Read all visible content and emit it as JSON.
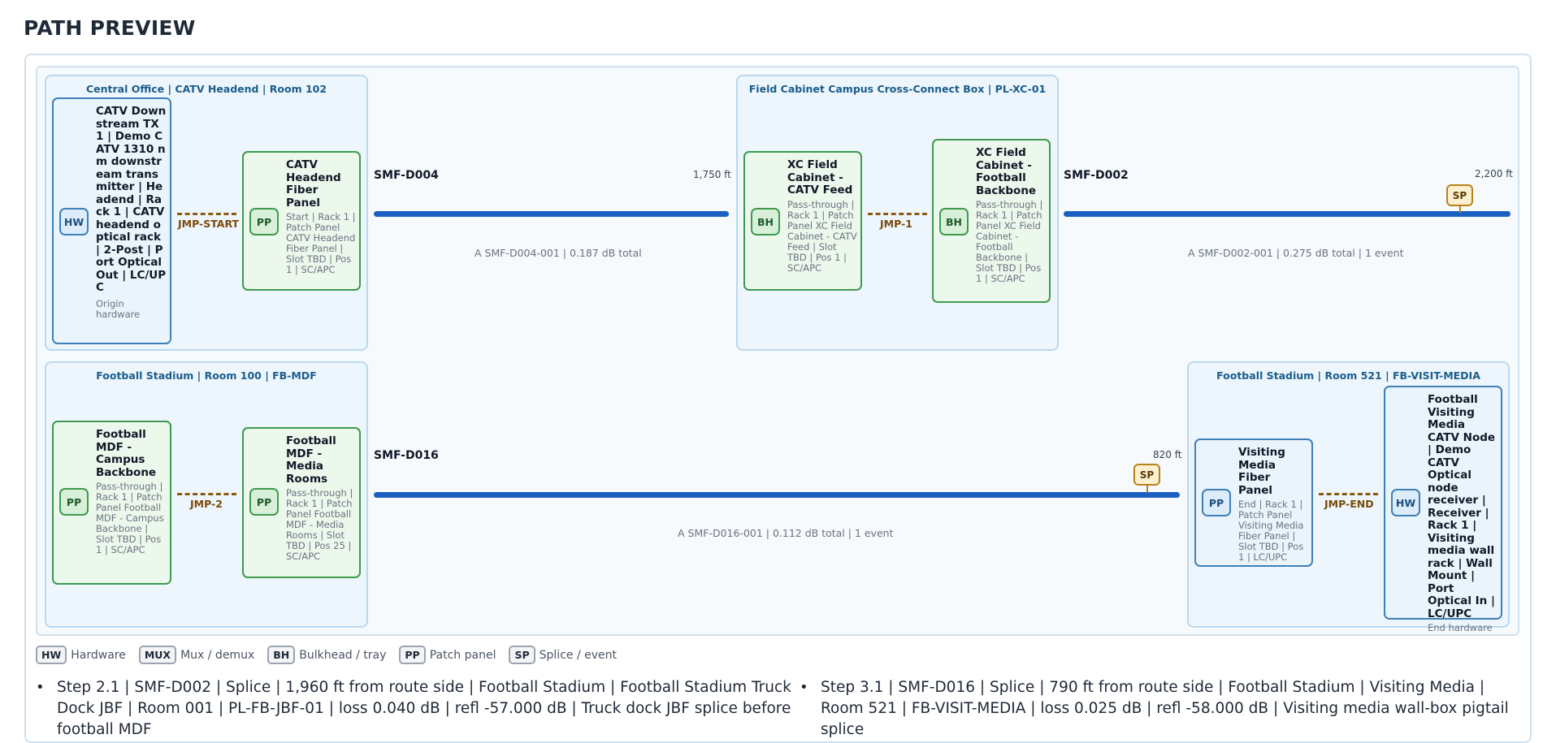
{
  "title": "PATH PREVIEW",
  "sites": {
    "co": "Central Office | CATV Headend | Room 102",
    "xc": "Field Cabinet Campus Cross-Connect Box | PL-XC-01",
    "fb": "Football Stadium | Room 100 | FB-MDF",
    "vm": "Football Stadium | Room 521 | FB-VISIT-MEDIA"
  },
  "cards": {
    "tx": {
      "badge": "HW",
      "title": "CATV Downstream TX 1 | Demo CATV 1310 nm downstream transmitter | Headend | Rack 1 | CATV headend optical rack | 2-Post | Port Optical Out | LC/UPC",
      "sub": "Origin hardware"
    },
    "hfp": {
      "badge": "PP",
      "title": "CATV Headend Fiber Panel",
      "sub": "Start | Rack 1 | Patch Panel CATV Headend Fiber Panel | Slot TBD | Pos 1 | SC/APC"
    },
    "xcf": {
      "badge": "BH",
      "title": "XC Field Cabinet - CATV Feed",
      "sub": "Pass-through | Rack 1 | Patch Panel XC Field Cabinet - CATV Feed | Slot TBD | Pos 1 | SC/APC"
    },
    "xcb": {
      "badge": "BH",
      "title": "XC Field Cabinet - Football Backbone",
      "sub": "Pass-through | Rack 1 | Patch Panel XC Field Cabinet - Football Backbone | Slot TBD | Pos 1 | SC/APC"
    },
    "mdfb": {
      "badge": "PP",
      "title": "Football MDF - Campus Backbone",
      "sub": "Pass-through | Rack 1 | Patch Panel Football MDF - Campus Backbone | Slot TBD | Pos 1 | SC/APC"
    },
    "mdfm": {
      "badge": "PP",
      "title": "Football MDF - Media Rooms",
      "sub": "Pass-through | Rack 1 | Patch Panel Football MDF - Media Rooms | Slot TBD | Pos 25 | SC/APC"
    },
    "vmp": {
      "badge": "PP",
      "title": "Visiting Media Fiber Panel",
      "sub": "End | Rack 1 | Patch Panel Visiting Media Fiber Panel | Slot TBD | Pos 1 | LC/UPC"
    },
    "rx": {
      "badge": "HW",
      "title": "Football Visiting Media CATV Node | Demo CATV Optical node receiver | Receiver | Rack 1 | Visiting media wall rack | Wall Mount | Port Optical In | LC/UPC",
      "sub": "End hardware"
    }
  },
  "jumpers": {
    "start": "JMP-START",
    "j1": "JMP-1",
    "j2": "JMP-2",
    "end": "JMP-END"
  },
  "cables": {
    "d004": {
      "name": "SMF-D004",
      "length": "1,750 ft",
      "meta": "A SMF-D004-001 | 0.187 dB total"
    },
    "d002": {
      "name": "SMF-D002",
      "length": "2,200 ft",
      "meta": "A SMF-D002-001 | 0.275 dB total | 1 event"
    },
    "d016": {
      "name": "SMF-D016",
      "length": "820 ft",
      "meta": "A SMF-D016-001 | 0.112 dB total | 1 event"
    }
  },
  "splice_label": "SP",
  "legend": [
    {
      "badge": "HW",
      "label": "Hardware"
    },
    {
      "badge": "MUX",
      "label": "Mux / demux"
    },
    {
      "badge": "BH",
      "label": "Bulkhead / tray"
    },
    {
      "badge": "PP",
      "label": "Patch panel"
    },
    {
      "badge": "SP",
      "label": "Splice / event"
    }
  ],
  "notes": [
    "Step 2.1 | SMF-D002 | Splice | 1,960 ft from route side | Football Stadium | Football Stadium Truck Dock JBF | Room 001 | PL-FB-JBF-01 | loss 0.040 dB | refl -57.000 dB | Truck dock JBF splice before football MDF",
    "Step 3.1 | SMF-D016 | Splice | 790 ft from route side | Football Stadium | Visiting Media | Room 521 | FB-VISIT-MEDIA | loss 0.025 dB | refl -58.000 dB | Visiting media wall-box pigtail splice"
  ],
  "colors": {
    "cable": "#1a5fc2",
    "jumper": "#8a5a12",
    "site_bg": "#eef6fd",
    "pp_border": "#3f9a4f",
    "hw_border": "#3f7fb8"
  }
}
